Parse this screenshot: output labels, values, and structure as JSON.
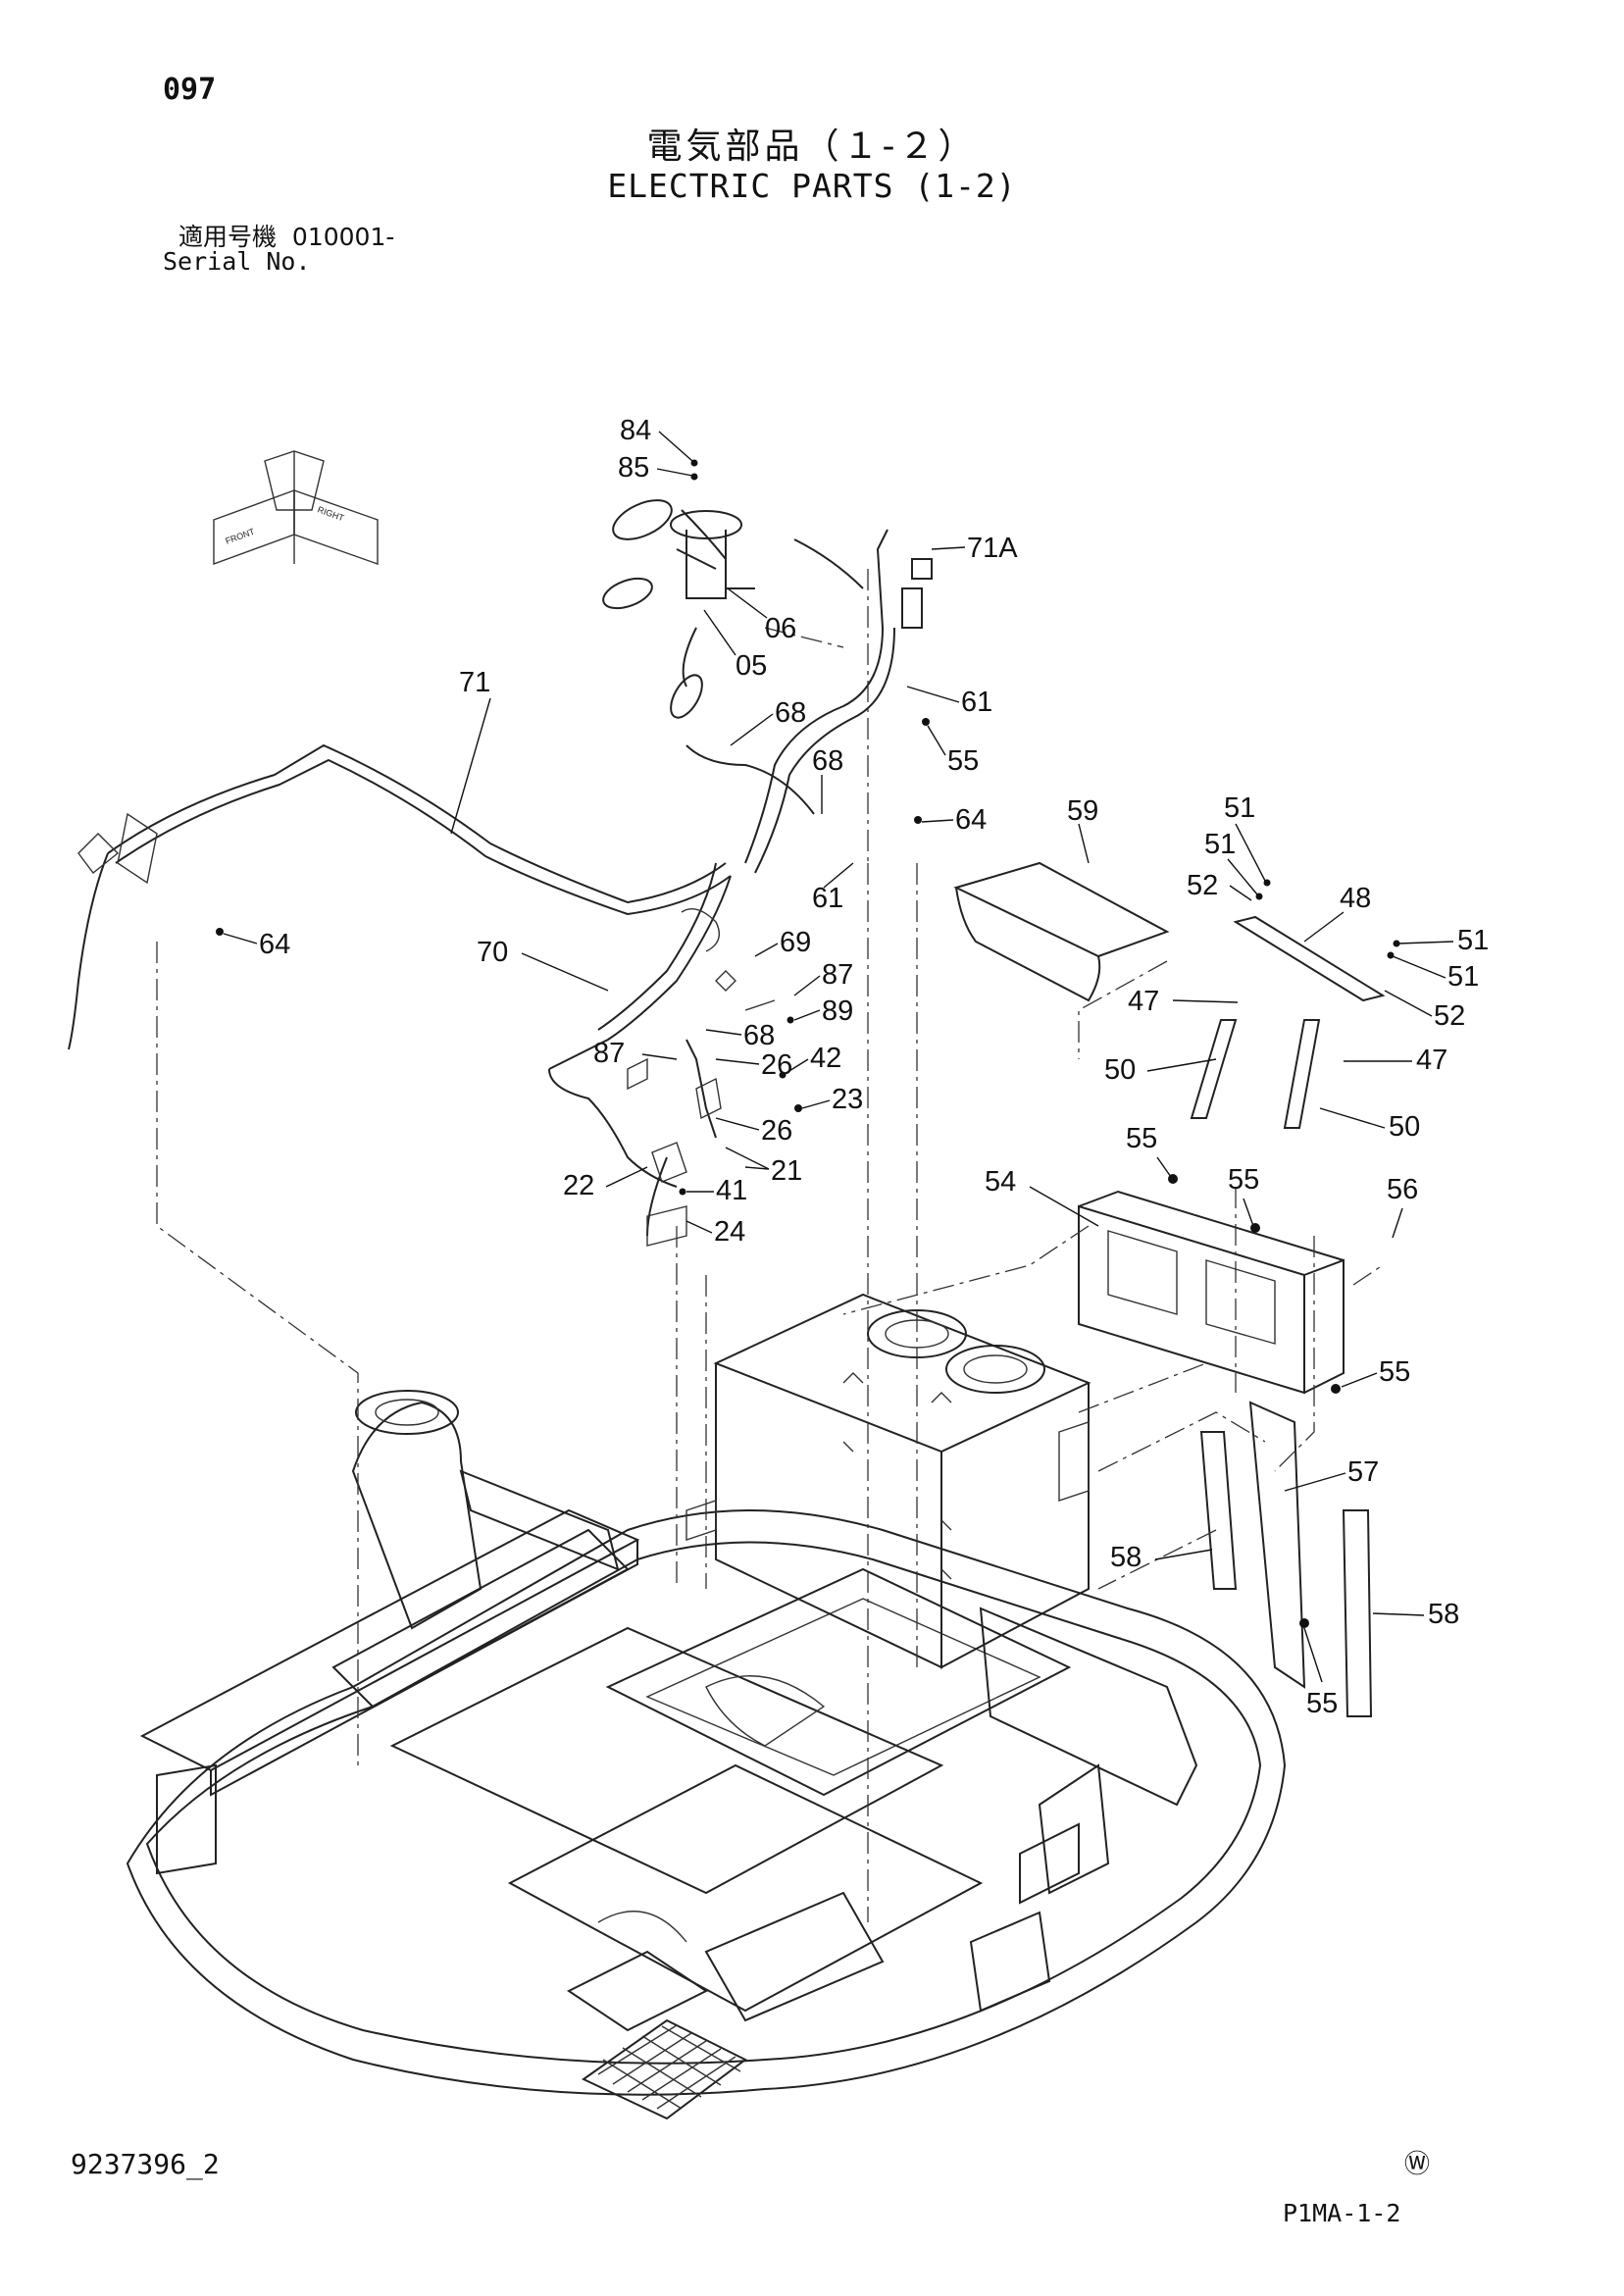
{
  "page_number": "097",
  "title_jp": "電気部品（１-２）",
  "title_en": "ELECTRIC PARTS (1-2)",
  "serial_label_jp": "適用号機",
  "serial_label_en": "Serial No.",
  "serial_value": "010001-",
  "drawing_number": "9237396_2",
  "w_mark": "Ⓦ",
  "page_code": "P1MA-1-2",
  "orientation_marker": {
    "front_label": "FRONT",
    "right_label": "RIGHT"
  },
  "callouts": [
    {
      "id": "c84",
      "label": "84"
    },
    {
      "id": "c85",
      "label": "85"
    },
    {
      "id": "c71A",
      "label": "71A"
    },
    {
      "id": "c06",
      "label": "06"
    },
    {
      "id": "c05",
      "label": "05"
    },
    {
      "id": "c71",
      "label": "71"
    },
    {
      "id": "c61a",
      "label": "61"
    },
    {
      "id": "c68a",
      "label": "68"
    },
    {
      "id": "c68b",
      "label": "68"
    },
    {
      "id": "c55a",
      "label": "55"
    },
    {
      "id": "c64a",
      "label": "64"
    },
    {
      "id": "c59",
      "label": "59"
    },
    {
      "id": "c51a",
      "label": "51"
    },
    {
      "id": "c51b",
      "label": "51"
    },
    {
      "id": "c52a",
      "label": "52"
    },
    {
      "id": "c48",
      "label": "48"
    },
    {
      "id": "c51c",
      "label": "51"
    },
    {
      "id": "c51d",
      "label": "51"
    },
    {
      "id": "c52b",
      "label": "52"
    },
    {
      "id": "c64b",
      "label": "64"
    },
    {
      "id": "c61b",
      "label": "61"
    },
    {
      "id": "c70",
      "label": "70"
    },
    {
      "id": "c69",
      "label": "69"
    },
    {
      "id": "c87a",
      "label": "87"
    },
    {
      "id": "c89",
      "label": "89"
    },
    {
      "id": "c68c",
      "label": "68"
    },
    {
      "id": "c87b",
      "label": "87"
    },
    {
      "id": "c26a",
      "label": "26"
    },
    {
      "id": "c42",
      "label": "42"
    },
    {
      "id": "c23",
      "label": "23"
    },
    {
      "id": "c26b",
      "label": "26"
    },
    {
      "id": "c21",
      "label": "21"
    },
    {
      "id": "c22",
      "label": "22"
    },
    {
      "id": "c41",
      "label": "41"
    },
    {
      "id": "c24",
      "label": "24"
    },
    {
      "id": "c47a",
      "label": "47"
    },
    {
      "id": "c47b",
      "label": "47"
    },
    {
      "id": "c50a",
      "label": "50"
    },
    {
      "id": "c50b",
      "label": "50"
    },
    {
      "id": "c55b",
      "label": "55"
    },
    {
      "id": "c55c",
      "label": "55"
    },
    {
      "id": "c54",
      "label": "54"
    },
    {
      "id": "c56",
      "label": "56"
    },
    {
      "id": "c55d",
      "label": "55"
    },
    {
      "id": "c57",
      "label": "57"
    },
    {
      "id": "c58a",
      "label": "58"
    },
    {
      "id": "c58b",
      "label": "58"
    },
    {
      "id": "c55e",
      "label": "55"
    }
  ]
}
